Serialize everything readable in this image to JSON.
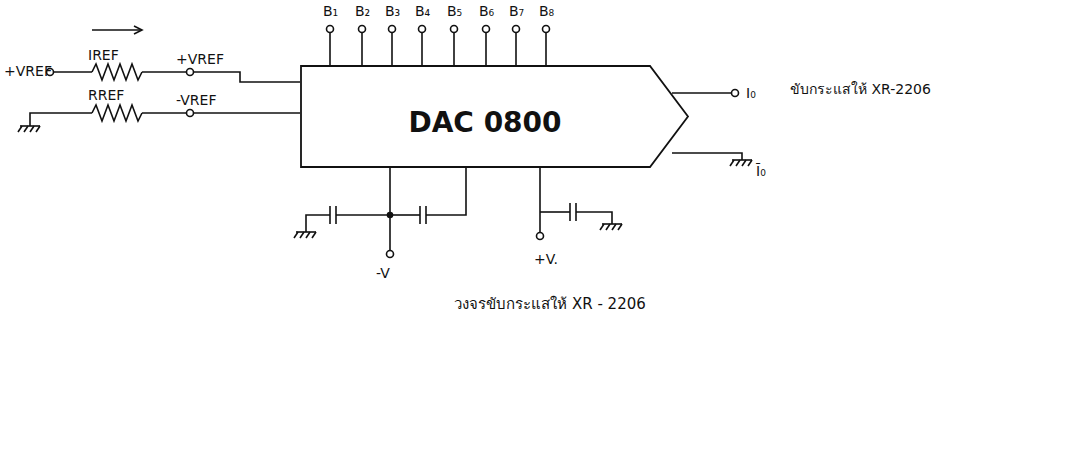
{
  "diagram": {
    "caption": "วงจรขับกระแสให้ XR - 2206",
    "nodes": [
      {
        "text": [
          "DAC 0800"
        ]
      }
    ],
    "labels": [
      "+VREF",
      "IREF",
      "RREF",
      "+VREF",
      "-VREF",
      "B₁",
      "B₂",
      "B₃",
      "B₄",
      "B₅",
      "B₆",
      "B₇",
      "B₈",
      "I₀",
      "ขับกระแสให้ XR-2206",
      "Ī₀",
      "-V",
      "+V."
    ]
  }
}
